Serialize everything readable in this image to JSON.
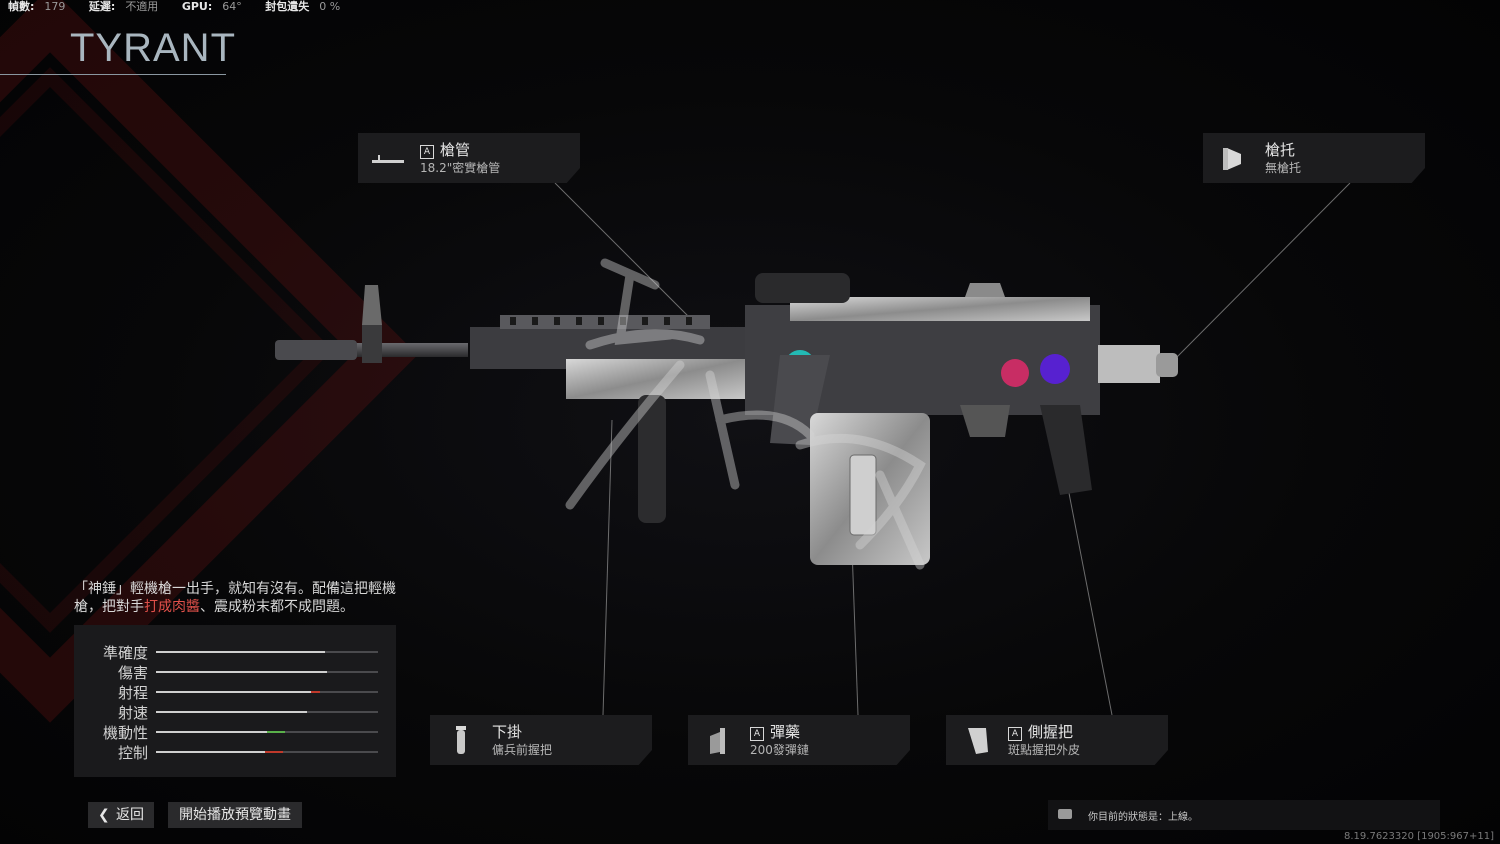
{
  "perf": {
    "fps_label": "幀數:",
    "fps_value": "179",
    "latency_label": "延遲:",
    "latency_value": "不適用",
    "gpu_label": "GPU:",
    "gpu_value": "64°",
    "loss_label": "封包遺失",
    "loss_value": "0 %"
  },
  "weapon_title": "TYRANT",
  "attachments": {
    "barrel": {
      "name": "槍管",
      "detail": "18.2\"密實槍管",
      "icon": "barrel-icon"
    },
    "stock": {
      "name": "槍托",
      "detail": "無槍托",
      "icon": "stock-icon"
    },
    "underbarrel": {
      "name": "下掛",
      "detail": "傭兵前握把",
      "icon": "foregrip-icon"
    },
    "ammo": {
      "name": "彈藥",
      "detail": "200發彈鏈",
      "icon": "ammo-icon"
    },
    "rear_grip": {
      "name": "側握把",
      "detail": "斑點握把外皮",
      "icon": "grip-icon"
    }
  },
  "description": {
    "part1": "「神錘」輕機槍一出手，就知有沒有。配備這把輕機槍，把對手",
    "highlight": "打成肉醬",
    "part2": "、震成粉末都不成問題。",
    "highlight_color": "#e0504a"
  },
  "stats": [
    {
      "label": "準確度",
      "value": 0.76,
      "delta": 0,
      "delta_color": ""
    },
    {
      "label": "傷害",
      "value": 0.77,
      "delta": 0,
      "delta_color": ""
    },
    {
      "label": "射程",
      "value": 0.74,
      "delta": -0.04,
      "delta_color": "#c0392b"
    },
    {
      "label": "射速",
      "value": 0.68,
      "delta": 0,
      "delta_color": ""
    },
    {
      "label": "機動性",
      "value": 0.5,
      "delta": 0.08,
      "delta_color": "#5ab04a"
    },
    {
      "label": "控制",
      "value": 0.57,
      "delta": -0.08,
      "delta_color": "#c0392b"
    }
  ],
  "buttons": {
    "back": "返回",
    "preview": "開始播放預覽動畫"
  },
  "status_text": "你目前的狀態是：上線。",
  "version": "8.19.7623320 [1905:967+11]",
  "colors": {
    "accent_red": "#e0504a",
    "card_bg": "#1c1c1e"
  }
}
